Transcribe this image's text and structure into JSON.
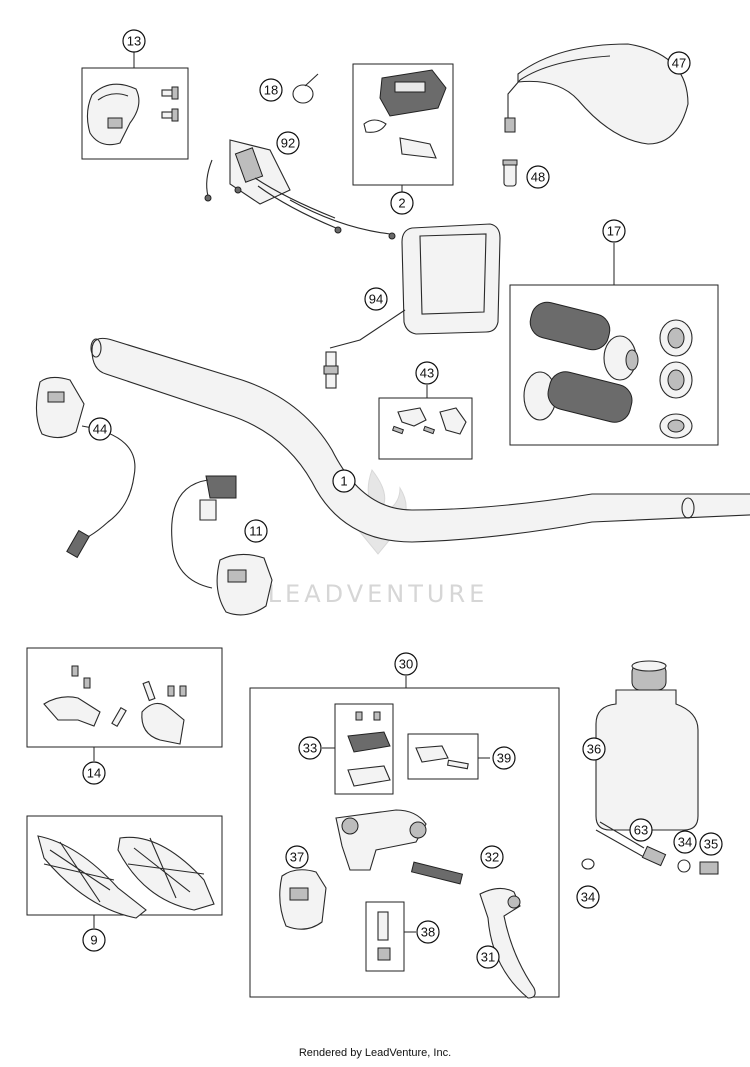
{
  "footer": {
    "text": "Rendered by LeadVenture, Inc."
  },
  "watermark": {
    "text": "LEADVENTURE"
  },
  "callouts": {
    "c13": "13",
    "c18": "18",
    "c92": "92",
    "c2": "2",
    "c47": "47",
    "c48": "48",
    "c94": "94",
    "c17": "17",
    "c43": "43",
    "c44": "44",
    "c1": "1",
    "c11": "11",
    "c30": "30",
    "c14": "14",
    "c36": "36",
    "c33": "33",
    "c39": "39",
    "c63": "63",
    "c34a": "34",
    "c35": "35",
    "c34b": "34",
    "c37": "37",
    "c32": "32",
    "c9": "9",
    "c38": "38",
    "c31": "31"
  }
}
